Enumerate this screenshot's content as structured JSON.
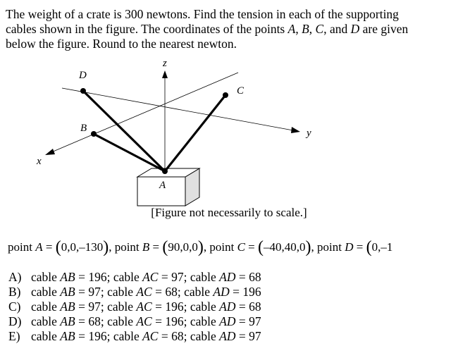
{
  "problem": {
    "line1": "The weight of a crate is 300 newtons. Find the tension in each of the supporting",
    "line2_pre": "cables shown in the figure. The coordinates of the points ",
    "line2_post": " are given",
    "line3": "below the figure. Round to the nearest newton."
  },
  "figure": {
    "labels": {
      "z": "z",
      "y": "y",
      "x": "x",
      "A": "A",
      "B": "B",
      "C": "C",
      "D": "D"
    },
    "caption": "[Figure not necessarily to scale.]"
  },
  "points": {
    "A": {
      "prefix": "point ",
      "name": "A",
      "coords": "0,0,–130"
    },
    "B": {
      "prefix": "point ",
      "name": "B",
      "coords": "90,0,0"
    },
    "C": {
      "prefix": "point ",
      "name": "C",
      "coords": "–40,40,0"
    },
    "D": {
      "prefix": "point ",
      "name": "D",
      "coords_partial": "0,–1"
    }
  },
  "choices": [
    {
      "letter": "A)",
      "AB": "196",
      "AC": "97",
      "AD": "68"
    },
    {
      "letter": "B)",
      "AB": "97",
      "AC": "68",
      "AD": "196"
    },
    {
      "letter": "C)",
      "AB": "97",
      "AC": "196",
      "AD": "68"
    },
    {
      "letter": "D)",
      "AB": "68",
      "AC": "196",
      "AD": "97"
    },
    {
      "letter": "E)",
      "AB": "196",
      "AC": "68",
      "AD": "97"
    }
  ],
  "text": {
    "cable": "cable",
    "sep": "; ",
    "eq": " = ",
    "and": ", and ",
    "comma": ", ",
    "period_comma": ","
  }
}
